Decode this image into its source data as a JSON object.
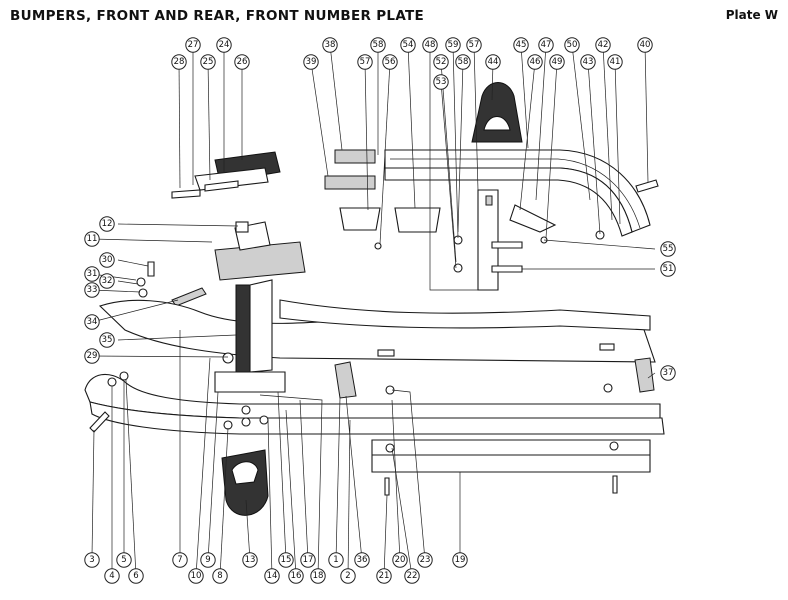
{
  "title": "BUMPERS, FRONT AND REAR, FRONT NUMBER PLATE",
  "plate": "Plate W",
  "callouts": [
    {
      "id": "c27",
      "label": "27"
    },
    {
      "id": "c24",
      "label": "24"
    },
    {
      "id": "c28",
      "label": "28"
    },
    {
      "id": "c25",
      "label": "25"
    },
    {
      "id": "c26",
      "label": "26"
    },
    {
      "id": "c38",
      "label": "38"
    },
    {
      "id": "c58a",
      "label": "58"
    },
    {
      "id": "c54",
      "label": "54"
    },
    {
      "id": "c48",
      "label": "48"
    },
    {
      "id": "c59",
      "label": "59"
    },
    {
      "id": "c57a",
      "label": "57"
    },
    {
      "id": "c45",
      "label": "45"
    },
    {
      "id": "c47",
      "label": "47"
    },
    {
      "id": "c50",
      "label": "50"
    },
    {
      "id": "c42",
      "label": "42"
    },
    {
      "id": "c40",
      "label": "40"
    },
    {
      "id": "c39",
      "label": "39"
    },
    {
      "id": "c57b",
      "label": "57"
    },
    {
      "id": "c56",
      "label": "56"
    },
    {
      "id": "c52",
      "label": "52"
    },
    {
      "id": "c58b",
      "label": "58"
    },
    {
      "id": "c44",
      "label": "44"
    },
    {
      "id": "c46",
      "label": "46"
    },
    {
      "id": "c49",
      "label": "49"
    },
    {
      "id": "c43",
      "label": "43"
    },
    {
      "id": "c41",
      "label": "41"
    },
    {
      "id": "c53",
      "label": "53"
    },
    {
      "id": "c12",
      "label": "12"
    },
    {
      "id": "c11",
      "label": "11"
    },
    {
      "id": "c55",
      "label": "55"
    },
    {
      "id": "c30",
      "label": "30"
    },
    {
      "id": "c31",
      "label": "31"
    },
    {
      "id": "c32",
      "label": "32"
    },
    {
      "id": "c33",
      "label": "33"
    },
    {
      "id": "c51",
      "label": "51"
    },
    {
      "id": "c34",
      "label": "34"
    },
    {
      "id": "c35",
      "label": "35"
    },
    {
      "id": "c29",
      "label": "29"
    },
    {
      "id": "c37",
      "label": "37"
    },
    {
      "id": "c3",
      "label": "3"
    },
    {
      "id": "c4",
      "label": "4"
    },
    {
      "id": "c5",
      "label": "5"
    },
    {
      "id": "c6",
      "label": "6"
    },
    {
      "id": "c7",
      "label": "7"
    },
    {
      "id": "c10",
      "label": "10"
    },
    {
      "id": "c9",
      "label": "9"
    },
    {
      "id": "c8",
      "label": "8"
    },
    {
      "id": "c13",
      "label": "13"
    },
    {
      "id": "c14",
      "label": "14"
    },
    {
      "id": "c15",
      "label": "15"
    },
    {
      "id": "c16",
      "label": "16"
    },
    {
      "id": "c17",
      "label": "17"
    },
    {
      "id": "c18",
      "label": "18"
    },
    {
      "id": "c1",
      "label": "1"
    },
    {
      "id": "c2",
      "label": "2"
    },
    {
      "id": "c36",
      "label": "36"
    },
    {
      "id": "c21",
      "label": "21"
    },
    {
      "id": "c20",
      "label": "20"
    },
    {
      "id": "c22",
      "label": "22"
    },
    {
      "id": "c23",
      "label": "23"
    },
    {
      "id": "c19",
      "label": "19"
    }
  ]
}
